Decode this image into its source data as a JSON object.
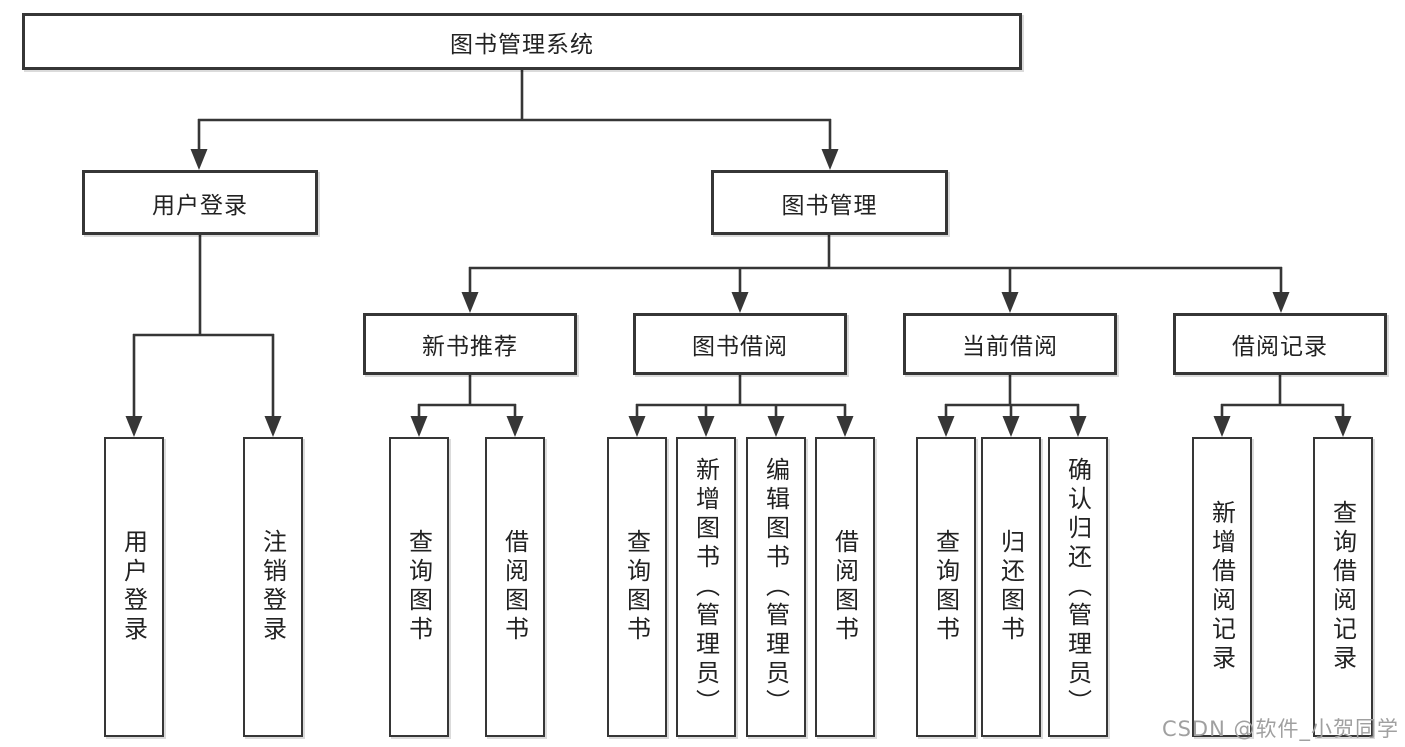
{
  "chart": {
    "root": "图书管理系统",
    "branches": [
      {
        "label": "用户登录",
        "children": [
          "用户登录",
          "注销登录"
        ]
      },
      {
        "label": "图书管理",
        "children": [
          {
            "label": "新书推荐",
            "children": [
              "查询图书",
              "借阅图书"
            ]
          },
          {
            "label": "图书借阅",
            "children": [
              "查询图书",
              "新增图书（管理员）",
              "编辑图书（管理员）",
              "借阅图书"
            ]
          },
          {
            "label": "当前借阅",
            "children": [
              "查询图书",
              "归还图书",
              "确认归还（管理员）"
            ]
          },
          {
            "label": "借阅记录",
            "children": [
              "新增借阅记录",
              "查询借阅记录"
            ]
          }
        ]
      }
    ]
  },
  "watermark": {
    "text": "CSDN @软件_小贺同学"
  },
  "colors": {
    "line": "#363636",
    "text": "#222222",
    "background": "#ffffff",
    "watermark": "#a0a0a0"
  }
}
